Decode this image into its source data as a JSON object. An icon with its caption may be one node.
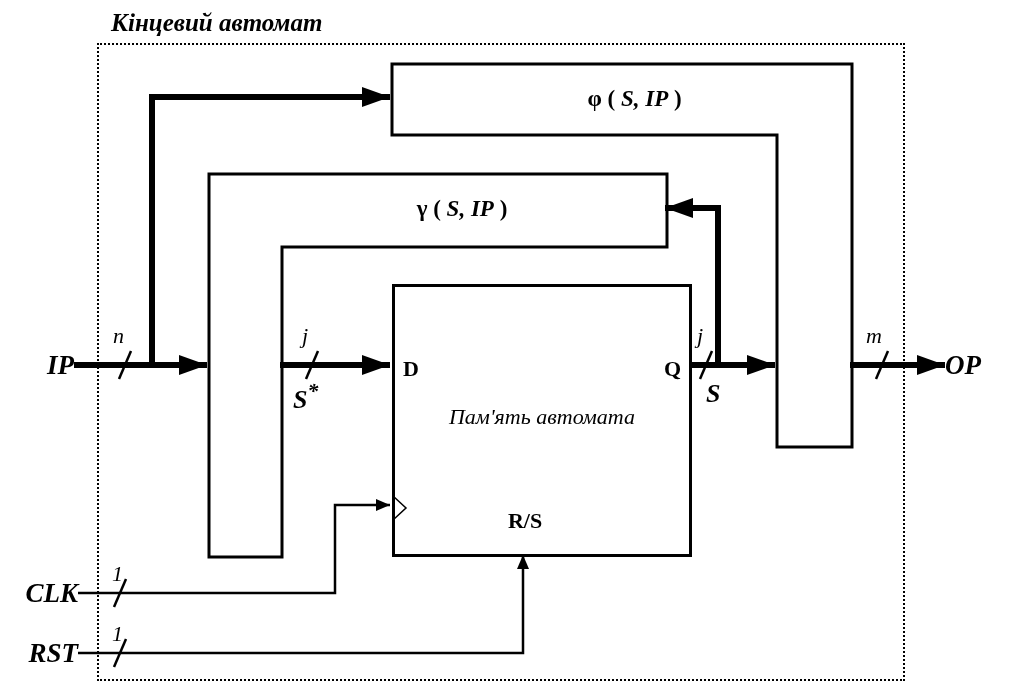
{
  "diagram": {
    "nodes": [
      {
        "text": [
          "Кінцевий автомат"
        ]
      },
      {
        "text": [
          "φ ( *S, IP* )"
        ],
        "in": 0
      },
      {
        "text": [
          "γ ( *S, IP* )"
        ],
        "in": 0
      },
      {
        "text": [
          "D",
          "Q",
          "Пам'ять автомата",
          "R/S"
        ],
        "in": 0
      },
      {
        "text": [
          "IP"
        ]
      },
      {
        "text": [
          "OP"
        ]
      },
      {
        "text": [
          "CLK"
        ]
      },
      {
        "text": [
          "RST"
        ]
      }
    ],
    "edges": [
      {
        "from": 4,
        "to": 2,
        "arrow": "to"
      },
      {
        "from": 4,
        "to": 1,
        "arrow": "to"
      },
      {
        "from": 2,
        "to": 3,
        "arrow": "to",
        "label": "S$^{*}$"
      },
      {
        "from": 3,
        "to": 1,
        "arrow": "to",
        "label": "S"
      },
      {
        "from": 3,
        "to": 2,
        "arrow": "to"
      },
      {
        "from": 1,
        "to": 5,
        "arrow": "to"
      },
      {
        "from": 6,
        "to": 3,
        "arrow": "to"
      },
      {
        "from": 7,
        "to": 3,
        "arrow": "to"
      }
    ],
    "labels": [
      "n",
      "j",
      "j",
      "m",
      "1",
      "1"
    ]
  }
}
